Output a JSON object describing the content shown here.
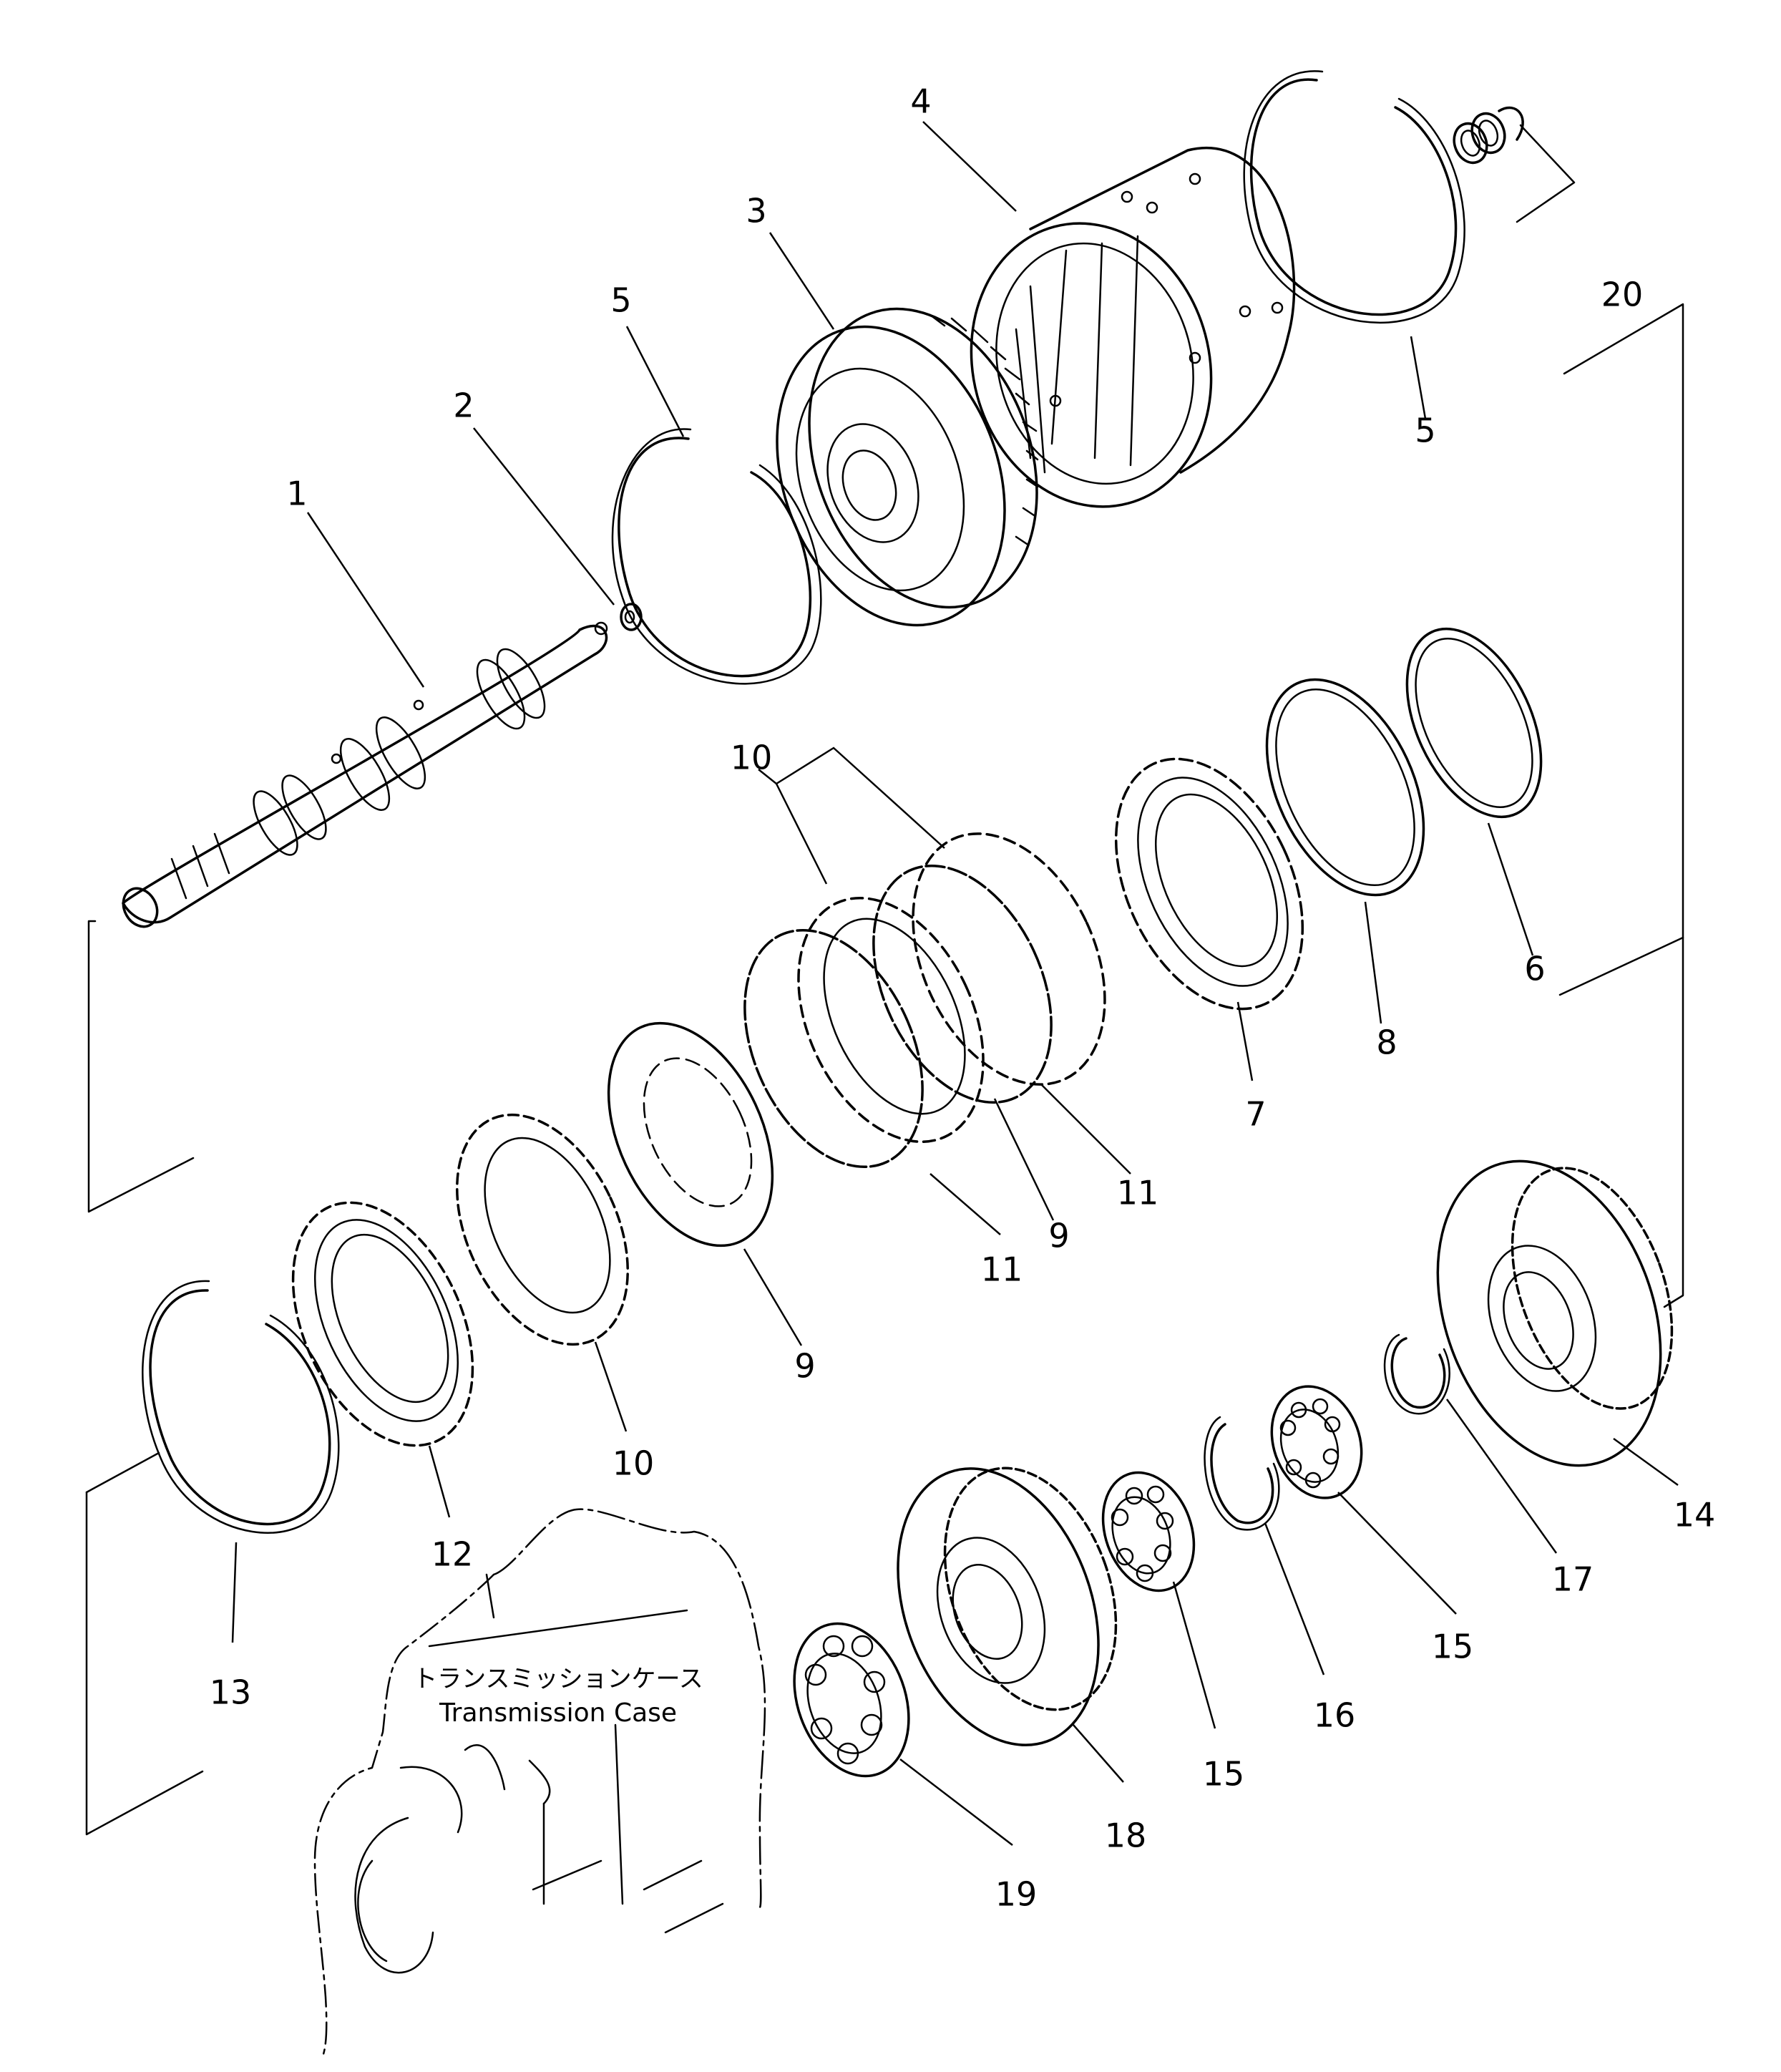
{
  "diagram": {
    "caption_jp": "トランスミッションケース",
    "caption_en": "Transmission Case",
    "callouts": {
      "c1": "1",
      "c2": "2",
      "c3": "3",
      "c4": "4",
      "c5a": "5",
      "c5b": "5",
      "c6": "6",
      "c7": "7",
      "c8": "8",
      "c9a": "9",
      "c9b": "9",
      "c10a": "10",
      "c10b": "10",
      "c11a": "11",
      "c11b": "11",
      "c12": "12",
      "c13": "13",
      "c14": "14",
      "c15a": "15",
      "c15b": "15",
      "c16": "16",
      "c17": "17",
      "c18": "18",
      "c19": "19",
      "c20": "20"
    }
  }
}
